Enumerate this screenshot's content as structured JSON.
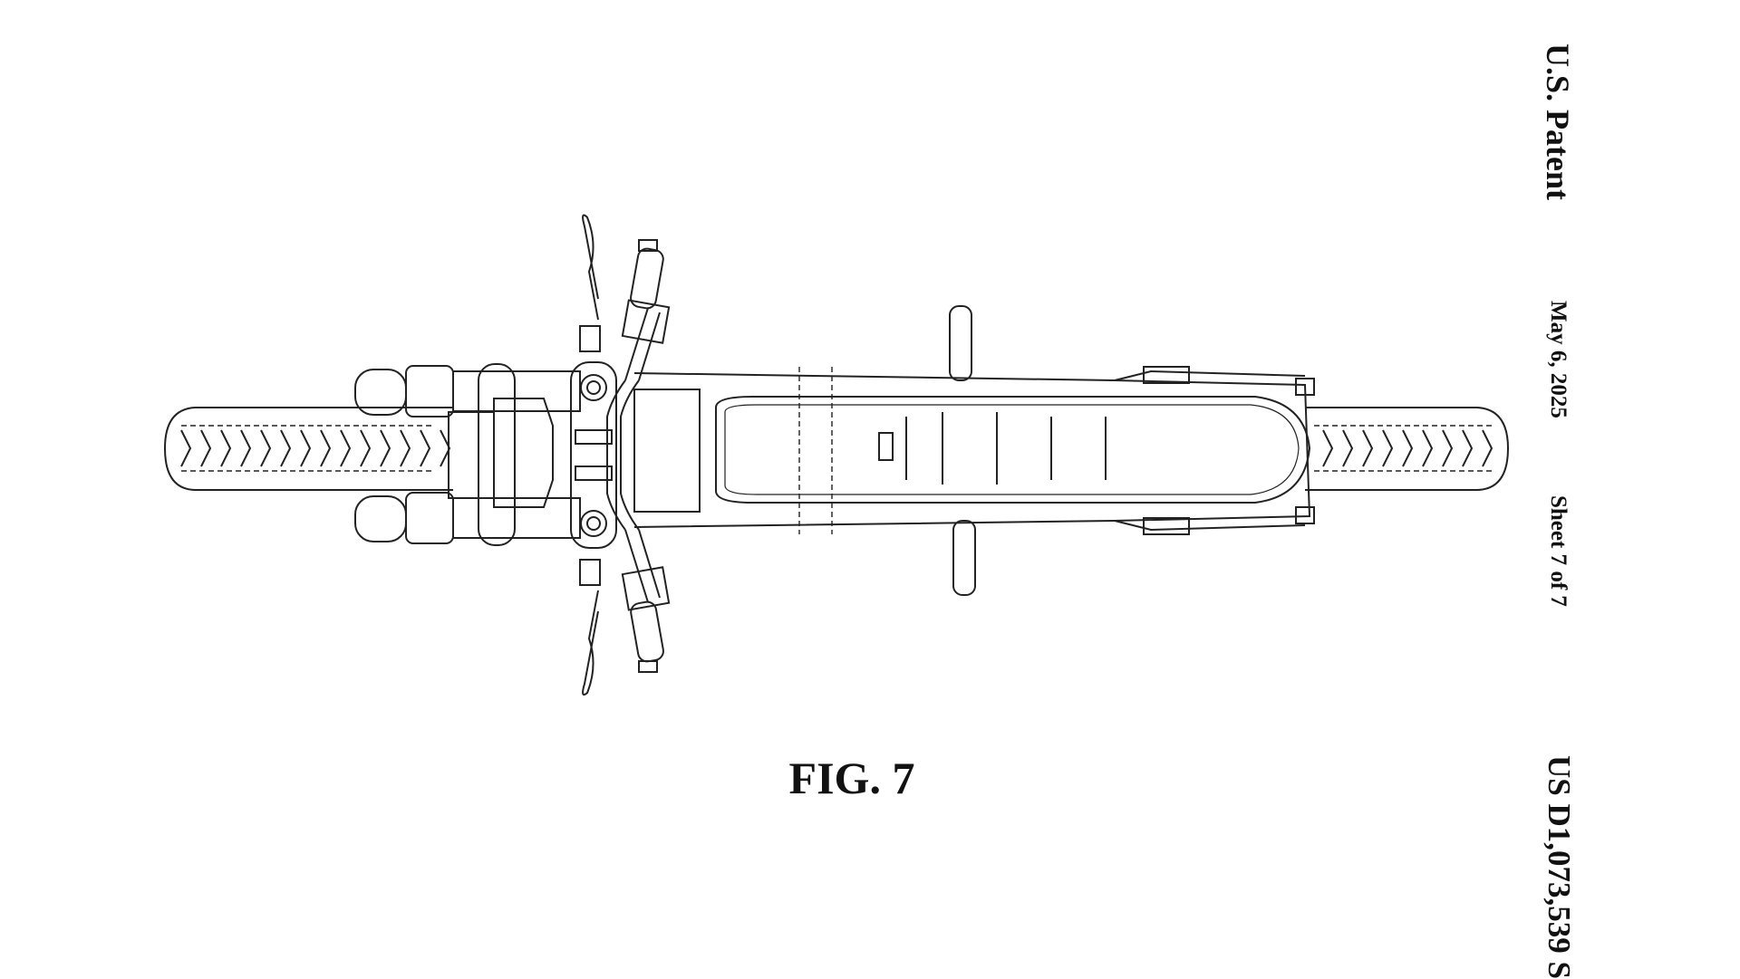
{
  "header": {
    "title": "U.S. Patent",
    "date": "May 6, 2025",
    "sheet": "Sheet 7 of 7",
    "patent_number": "US D1,073,539 S"
  },
  "figure": {
    "label": "FIG. 7"
  }
}
